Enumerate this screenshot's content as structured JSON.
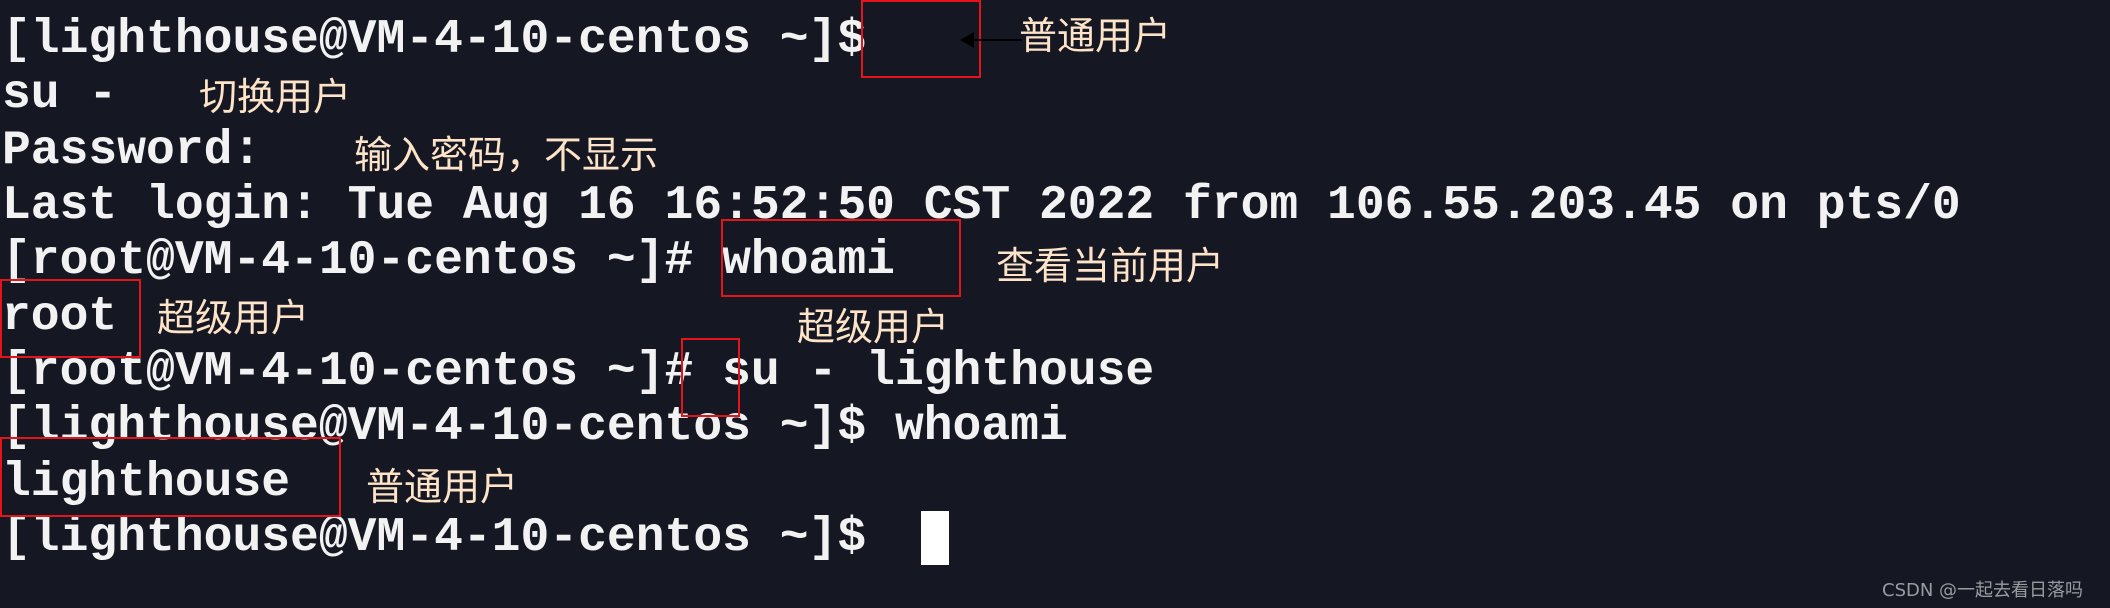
{
  "terminal": {
    "lines": [
      "[lighthouse@VM-4-10-centos ~]$",
      "su -",
      "Password:",
      "Last login: Tue Aug 16 16:52:50 CST 2022 from 106.55.203.45 on pts/0",
      "[root@VM-4-10-centos ~]# whoami",
      "root",
      "[root@VM-4-10-centos ~]# su - lighthouse",
      "[lighthouse@VM-4-10-centos ~]$ whoami",
      "lighthouse",
      "[lighthouse@VM-4-10-centos ~]$"
    ]
  },
  "annotations": {
    "normal_user_1": "普通用户",
    "switch_user": "切换用户",
    "password_hint": "输入密码，不显示",
    "check_current_user": "查看当前用户",
    "super_user_1": "超级用户",
    "super_user_2": "超级用户",
    "normal_user_2": "普通用户"
  },
  "colors": {
    "background": "#151823",
    "text": "#f2f2f2",
    "annotation": "#fde3c8",
    "highlight_box": "#e3151a"
  },
  "watermark": "CSDN @一起去看日落吗"
}
